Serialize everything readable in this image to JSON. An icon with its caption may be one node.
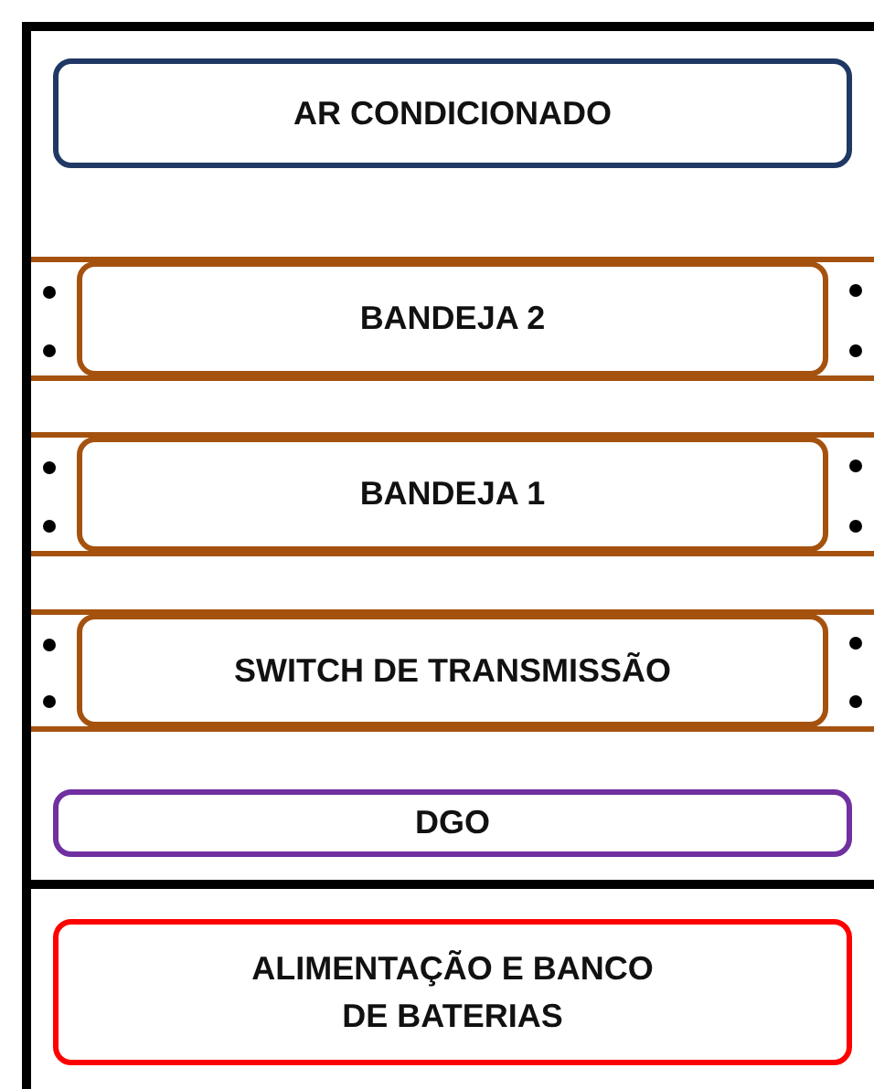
{
  "diagram": {
    "nodes": [
      {
        "text": [
          "AR CONDICIONADO"
        ]
      },
      {
        "text": [
          "BANDEJA 2"
        ]
      },
      {
        "text": [
          "BANDEJA 1"
        ]
      },
      {
        "text": [
          "SWITCH DE TRANSMISSÃO"
        ]
      },
      {
        "text": [
          "DGO"
        ]
      },
      {
        "text": [
          "ALIMENTAÇÃO E BANCO DE BATERIAS"
        ]
      }
    ]
  }
}
